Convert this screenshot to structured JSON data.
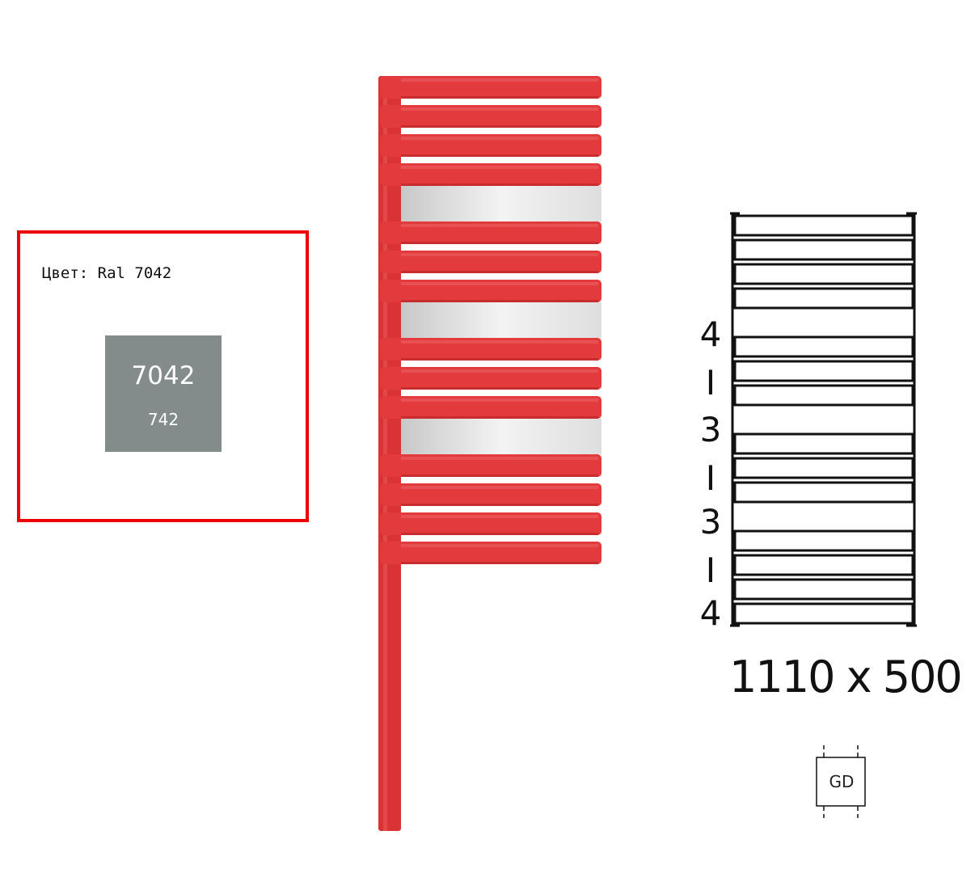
{
  "color_card": {
    "label": "Цвет: Ral 7042",
    "swatch_code": "7042",
    "swatch_sub": "742",
    "swatch_color": "#838b8b",
    "border_color": "#ee0000"
  },
  "product": {
    "radiator_color": "#e23a3d",
    "groups": [
      4,
      3,
      3,
      4
    ]
  },
  "scheme": {
    "grouping": [
      "4",
      "I",
      "3",
      "I",
      "3",
      "I",
      "4"
    ],
    "dimensions": "1110 x 500",
    "connection_type": "GD"
  }
}
